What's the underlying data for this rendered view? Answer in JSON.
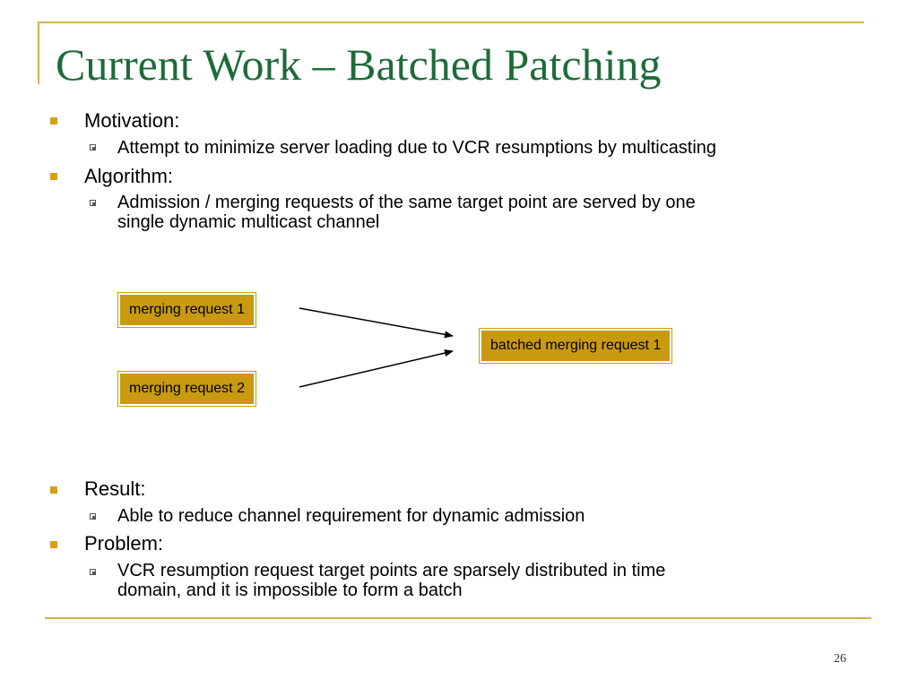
{
  "slide": {
    "title": "Current Work – Batched Patching",
    "page_number": "26"
  },
  "bullets": [
    {
      "label": "Motivation:",
      "sub": "Attempt to minimize server loading due to VCR resumptions by multicasting"
    },
    {
      "label": "Algorithm:",
      "sub_line1": "Admission / merging requests of the same target point are served by one",
      "sub_line2": "single dynamic multicast channel"
    },
    {
      "label": "Result:",
      "sub": "Able to reduce channel requirement for dynamic admission"
    },
    {
      "label": "Problem:",
      "sub_line1": "VCR resumption request target points are sparsely distributed in time",
      "sub_line2": "domain, and it is impossible to form a batch"
    }
  ],
  "diagram": {
    "request1": "merging request 1",
    "request2": "merging request 2",
    "batched": "batched merging request 1"
  },
  "colors": {
    "title": "#1e6b3a",
    "accent": "#d4b24c",
    "box_fill": "#c99a10"
  }
}
